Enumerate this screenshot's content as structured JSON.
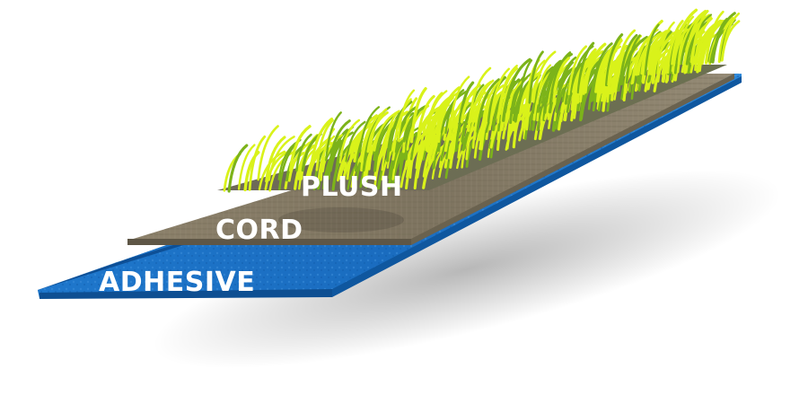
{
  "diagram": {
    "labels": {
      "plush": "PLUSH",
      "cord": "CORD",
      "adhesive": "ADHESIVE"
    },
    "colors": {
      "adhesive": "#1b6fc2",
      "adhesive_edge": "#0d4f96",
      "cord": "#8a7f6a",
      "cord_edge": "#5e5646",
      "plush_base": "#6b6b5a",
      "fiber_light": "#d9f21a",
      "fiber_dark": "#7cb31a",
      "label_text": "#ffffff"
    }
  }
}
